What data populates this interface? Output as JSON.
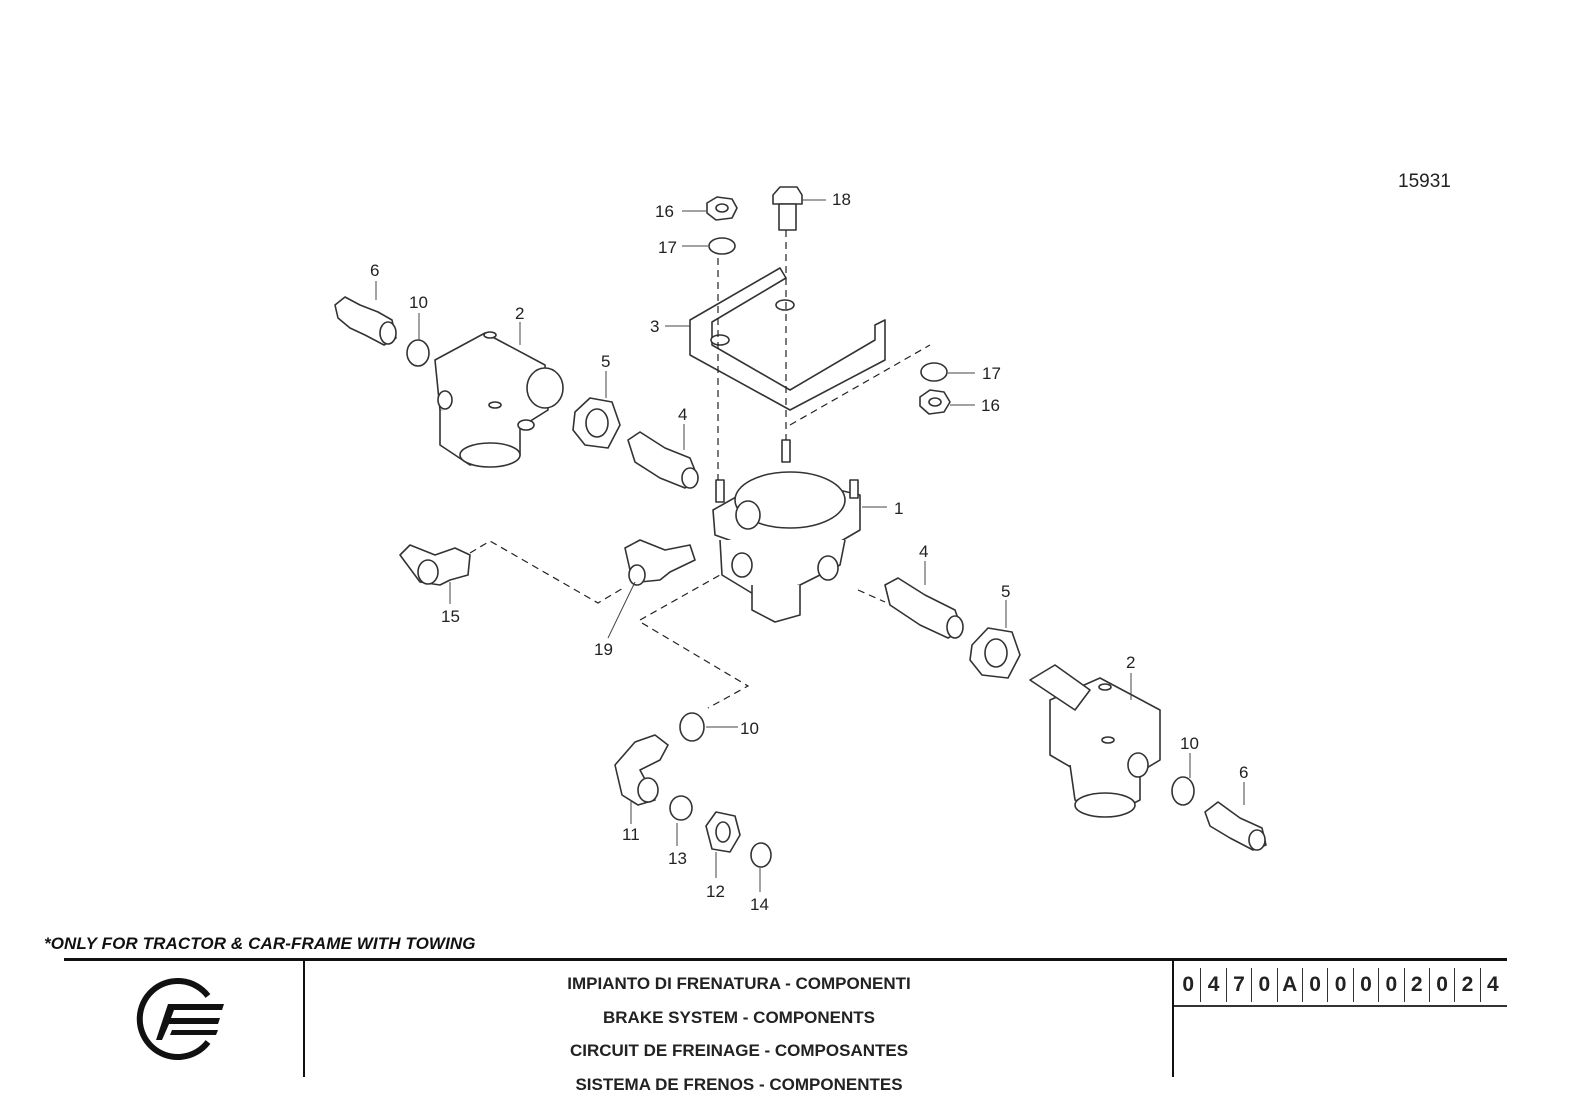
{
  "diagram": {
    "reference_number": "15931",
    "part_labels": [
      "1",
      "2",
      "2",
      "3",
      "4",
      "4",
      "5",
      "5",
      "6",
      "6",
      "10",
      "10",
      "10",
      "11",
      "12",
      "13",
      "14",
      "15",
      "16",
      "16",
      "17",
      "17",
      "18",
      "19"
    ]
  },
  "footer": {
    "note": "*ONLY FOR TRACTOR & CAR-FRAME WITH TOWING",
    "titles": [
      "IMPIANTO DI FRENATURA - COMPONENTI",
      "BRAKE SYSTEM - COMPONENTS",
      "CIRCUIT DE FREINAGE - COMPOSANTES",
      "SISTEMA DE FRENOS - COMPONENTES"
    ],
    "code_chars": [
      "0",
      "4",
      "7",
      "0",
      "A",
      "0",
      "0",
      "0",
      "0",
      "2",
      "0",
      "2",
      "4"
    ],
    "logo_icon": "company-logo-icon"
  }
}
